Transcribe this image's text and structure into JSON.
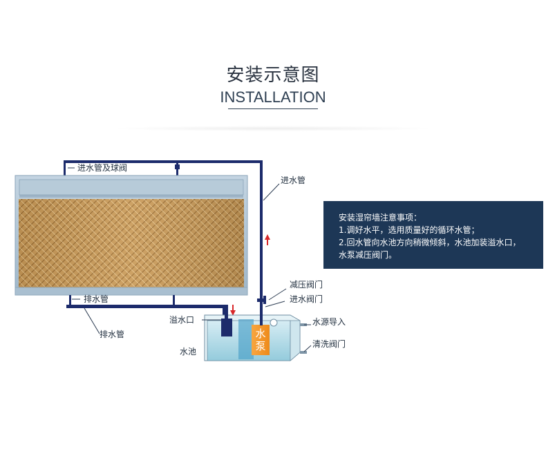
{
  "header": {
    "title_cn": "安装示意图",
    "title_en": "INSTALLATION"
  },
  "notes": {
    "heading": "安装湿帘墙注意事项：",
    "line1": "1.调好水平，选用质量好的循环水管；",
    "line2": "2.回水管向水池方向稍微倾斜，水池加装溢水口，",
    "line3": "水泵减压阀门。"
  },
  "labels": {
    "inlet_valve": "进水管及球阀",
    "inlet_pipe": "进水管",
    "drain_pipe_top": "排水管",
    "drain_pipe_bottom": "排水管",
    "pressure_valve": "减压阀门",
    "inlet_valve2": "进水阀门",
    "overflow": "溢水口",
    "water_source": "水源导入",
    "pool": "水池",
    "clean_valve": "清洗阀门",
    "pump_char1": "水",
    "pump_char2": "泵"
  },
  "colors": {
    "pipe": "#1c2b6b",
    "panel_frame": "#a9bfd0",
    "pad": "#c79a5a",
    "tank_water": "#a9d6e5",
    "pump": "#f59a2e",
    "notes_bg": "#1d3756",
    "arrow": "#d8282a"
  }
}
